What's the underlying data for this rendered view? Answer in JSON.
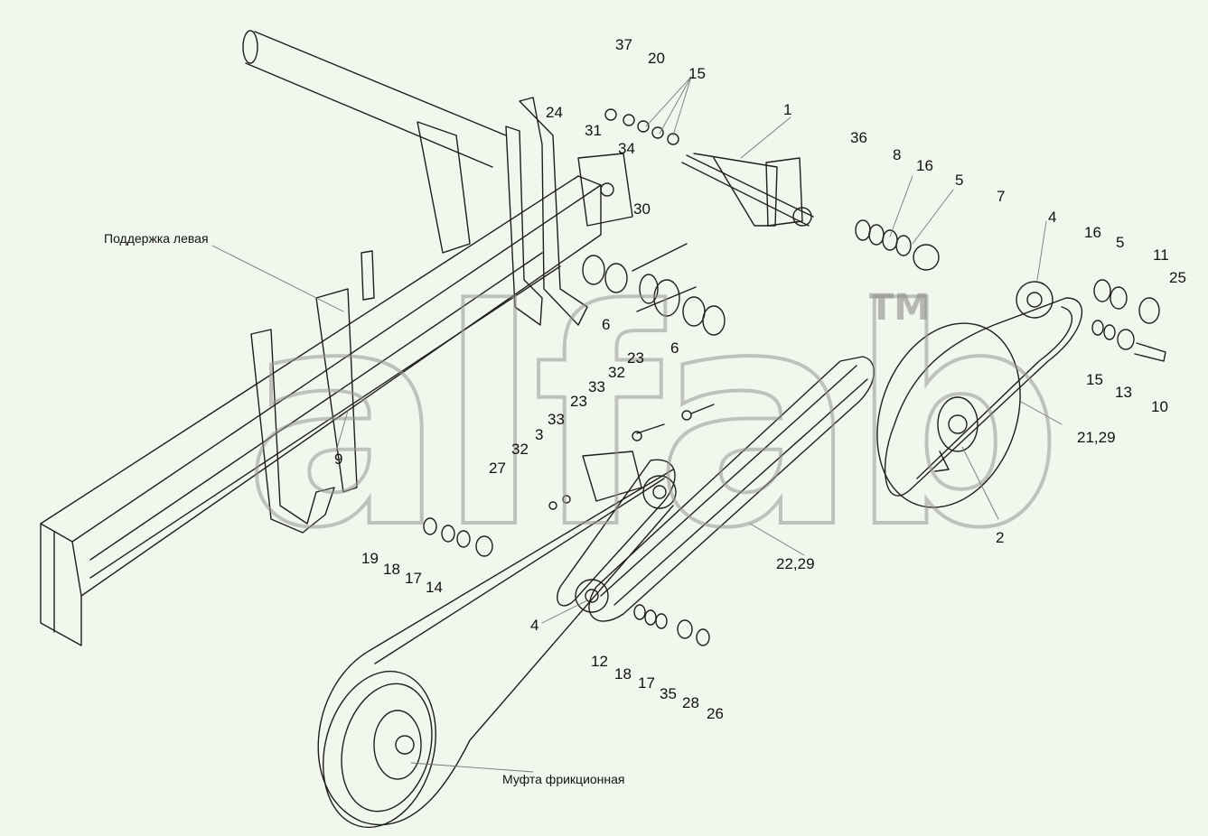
{
  "watermark": {
    "text": "alfab",
    "tm": "TM"
  },
  "names": {
    "support_left": "Поддержка левая",
    "clutch": "Муфта фрикционная"
  },
  "callouts": {
    "c37": "37",
    "c20": "20",
    "c15a": "15",
    "c24": "24",
    "c31": "31",
    "c34": "34",
    "c1": "1",
    "c36": "36",
    "c8": "8",
    "c16a": "16",
    "c5a": "5",
    "c7": "7",
    "c4a": "4",
    "c16b": "16",
    "c5b": "5",
    "c11": "11",
    "c25": "25",
    "c30": "30",
    "c6a": "6",
    "c6b": "6",
    "c15b": "15",
    "c13": "13",
    "c10": "10",
    "c21_29": "21,29",
    "c23a": "23",
    "c32a": "32",
    "c33a": "33",
    "c23b": "23",
    "c33b": "33",
    "c3": "3",
    "c32b": "32",
    "c27": "27",
    "c9": "9",
    "c2": "2",
    "c22_29": "22,29",
    "c19": "19",
    "c18a": "18",
    "c17a": "17",
    "c14": "14",
    "c4b": "4",
    "c12": "12",
    "c18b": "18",
    "c17b": "17",
    "c35": "35",
    "c28": "28",
    "c26": "26"
  },
  "colors": {
    "background": "#f2f7ee",
    "line": "#1e1e1e",
    "watermark": "#969696"
  }
}
